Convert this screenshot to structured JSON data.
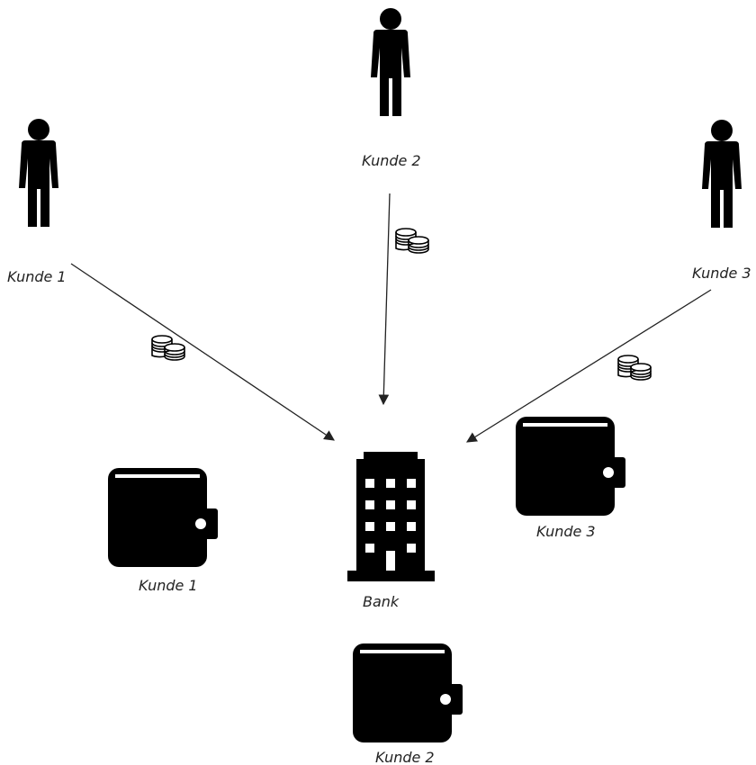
{
  "customers": [
    {
      "label": "Kunde 1"
    },
    {
      "label": "Kunde 2"
    },
    {
      "label": "Kunde 3"
    }
  ],
  "wallets": [
    {
      "label": "Kunde 1"
    },
    {
      "label": "Kunde 2"
    },
    {
      "label": "Kunde 3"
    }
  ],
  "bank": {
    "label": "Bank"
  },
  "icons": {
    "customer": "person-icon",
    "bank": "bank-building-icon",
    "wallet": "wallet-icon",
    "money": "coins-icon"
  },
  "colors": {
    "icon": "#000000",
    "arrow": "#222222",
    "text": "#222222",
    "background": "#ffffff"
  }
}
